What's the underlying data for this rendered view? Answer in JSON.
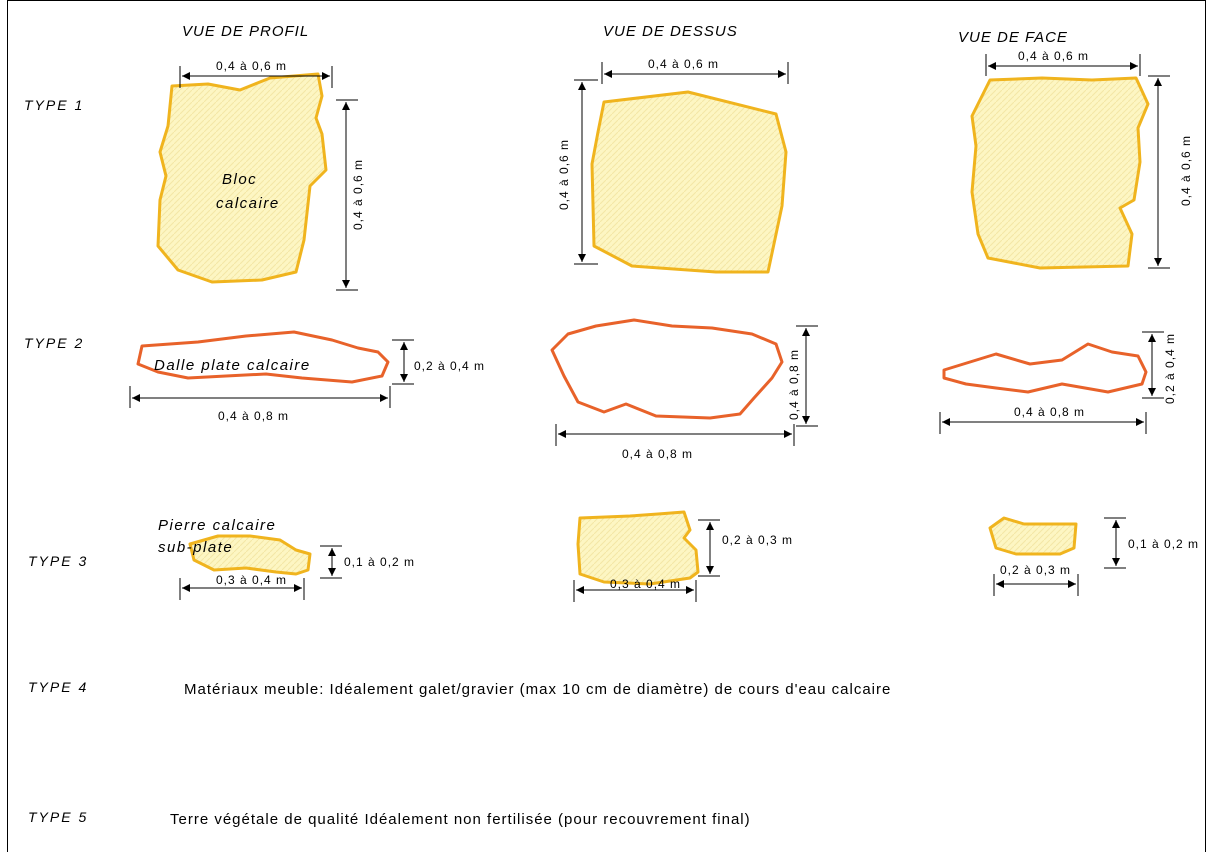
{
  "headers": {
    "profil": "VUE DE PROFIL",
    "dessus": "VUE DE DESSUS",
    "face": "VUE DE FACE"
  },
  "rows": {
    "t1": "TYPE 1",
    "t2": "TYPE 2",
    "t3": "TYPE 3",
    "t4": "TYPE 4",
    "t5": "TYPE 5"
  },
  "labels": {
    "bloc1": "Bloc",
    "bloc2": "calcaire",
    "dalle": "Dalle plate calcaire",
    "pierre1": "Pierre calcaire",
    "pierre2": "sub-plate"
  },
  "dimensions": {
    "d04_06": "0,4 à 0,6 m",
    "d04_08": "0,4 à 0,8 m",
    "d02_04": "0,2 à 0,4 m",
    "d01_02": "0,1 à 0,2 m",
    "d03_04": "0,3 à 0,4 m",
    "d02_03": "0,2 à 0,3 m"
  },
  "descriptions": {
    "type4": "Matériaux meuble: Idéalement galet/gravier (max 10 cm de diamètre) de cours d'eau calcaire",
    "type5": "Terre végétale de qualité Idéalement non fertilisée (pour recouvrement final)"
  },
  "colors": {
    "fill_yellow": "#fdf6c3",
    "outline_yellow": "#f0b41e",
    "outline_orange": "#e8622a"
  }
}
